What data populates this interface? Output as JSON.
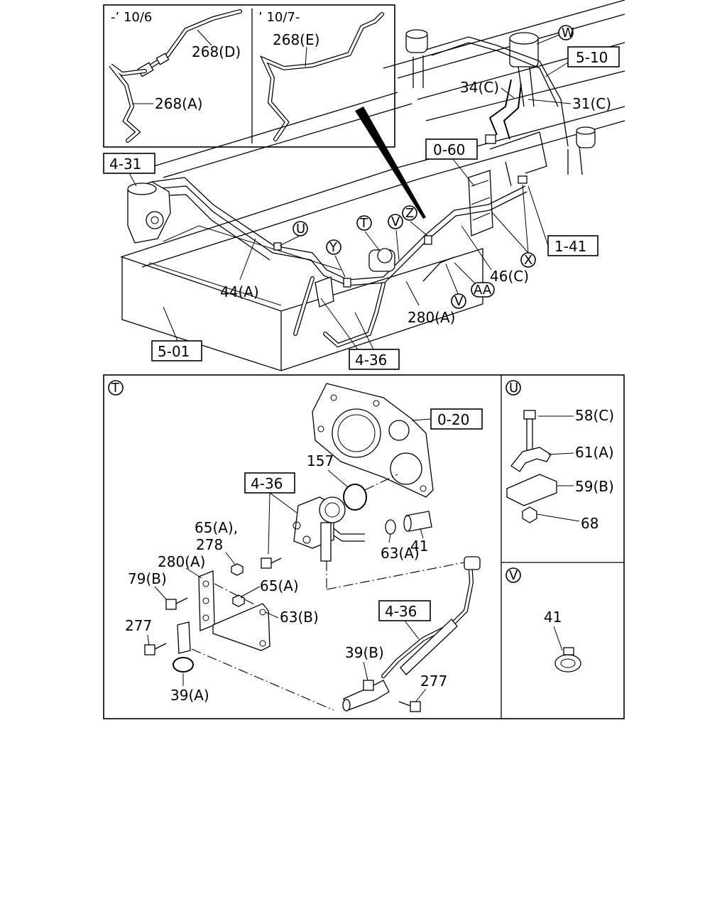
{
  "inset": {
    "date_left": "-’ 10/6",
    "date_right": "’ 10/7-",
    "labels": [
      "268(D)",
      "268(A)",
      "268(E)"
    ]
  },
  "overview": {
    "ref_boxes": [
      "5-10",
      "0-60",
      "4-31",
      "1-41",
      "5-01",
      "4-36"
    ],
    "circle_markers": [
      "W",
      "U",
      "T",
      "Z",
      "V",
      "Y",
      "X",
      "V",
      "AA"
    ],
    "part_labels": [
      "34(C)",
      "31(C)",
      "44(A)",
      "46(C)",
      "280(A)"
    ]
  },
  "detail_t": {
    "marker": "T",
    "ref_boxes": [
      "0-20",
      "4-36",
      "4-36"
    ],
    "part_labels": [
      "157",
      "65(A),",
      "278",
      "63(A)",
      "41",
      "280(A)",
      "79(B)",
      "65(A)",
      "63(B)",
      "277",
      "39(B)",
      "277",
      "39(A)"
    ]
  },
  "detail_u": {
    "marker": "U",
    "part_labels": [
      "58(C)",
      "61(A)",
      "59(B)",
      "68"
    ]
  },
  "detail_v": {
    "marker": "V",
    "part_labels": [
      "41"
    ]
  }
}
